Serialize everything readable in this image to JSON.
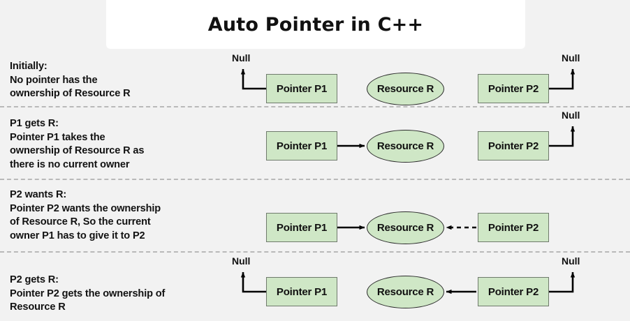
{
  "title": "Auto Pointer in C++",
  "colors": {
    "background": "#f2f2f2",
    "card": "#ffffff",
    "node_fill": "#cfe7c6",
    "node_stroke": "#6f7a6c",
    "ellipse_stroke": "#2b2b2b",
    "arrow": "#000000",
    "separator": "#b9b9b9",
    "text": "#121212"
  },
  "labels": {
    "pointer_p1": "Pointer P1",
    "pointer_p2": "Pointer P2",
    "resource_r": "Resource R",
    "null": "Null"
  },
  "rows": [
    {
      "id": "initially",
      "heading": "Initially:",
      "lines": [
        "No pointer has the",
        "ownership of Resource R"
      ],
      "p1_null": true,
      "p2_null": true,
      "p1_to_r": false,
      "p2_to_r": "none"
    },
    {
      "id": "p1-gets-r",
      "heading": "P1 gets R:",
      "lines": [
        "Pointer P1 takes the",
        "ownership of Resource R as",
        "there is no current owner"
      ],
      "p1_null": false,
      "p2_null": true,
      "p1_to_r": true,
      "p2_to_r": "none"
    },
    {
      "id": "p2-wants-r",
      "heading": "P2 wants R:",
      "lines": [
        "Pointer P2 wants the ownership",
        "of Resource R, So the current",
        "owner P1 has to give it to P2"
      ],
      "p1_null": false,
      "p2_null": false,
      "p1_to_r": true,
      "p2_to_r": "dashed"
    },
    {
      "id": "p2-gets-r",
      "heading": "P2 gets R:",
      "lines": [
        "Pointer P2 gets the ownership of",
        "Resource R"
      ],
      "p1_null": true,
      "p2_null": true,
      "p1_to_r": false,
      "p2_to_r": "solid"
    }
  ],
  "separators_y": [
    152,
    256,
    360
  ]
}
